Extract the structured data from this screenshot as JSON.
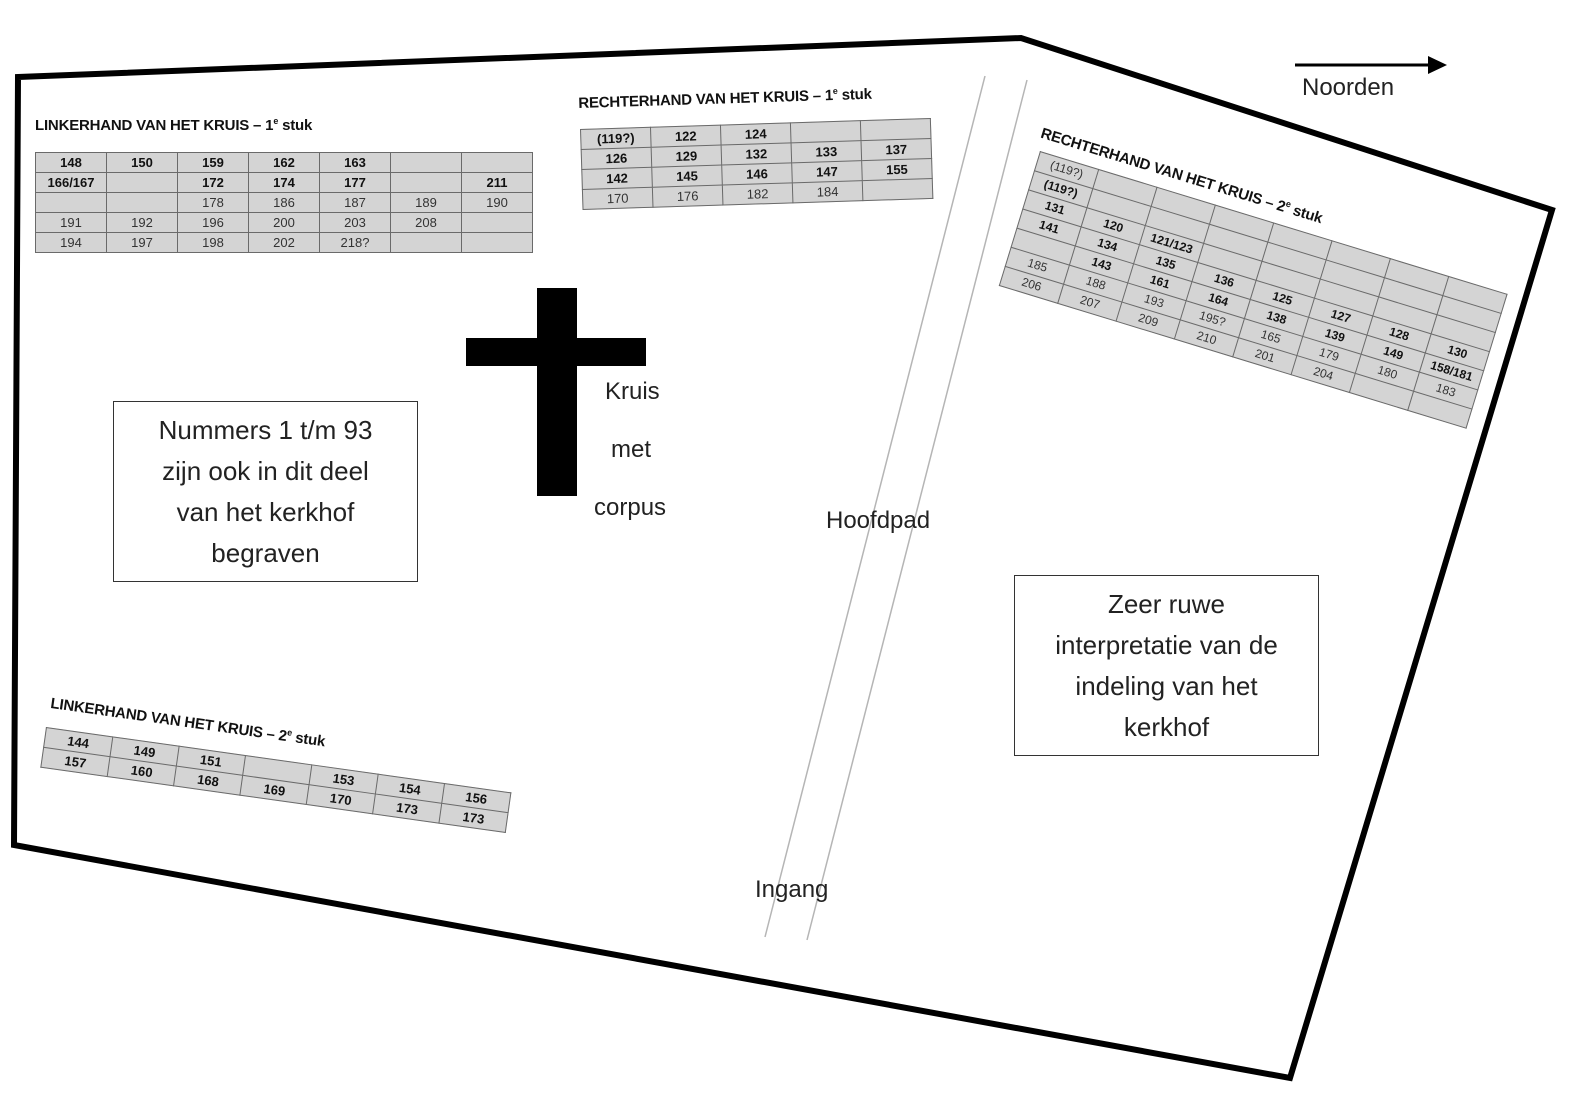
{
  "compass": {
    "label": "Noorden",
    "direction": "arrow-right"
  },
  "cross": {
    "name": "cross",
    "label_lines": [
      "Kruis",
      "met",
      "corpus"
    ]
  },
  "paths": {
    "main_path": "Hoofdpad",
    "entrance": "Ingang"
  },
  "notes": {
    "left": [
      "Nummers 1 t/m 93",
      "zijn ook in dit deel",
      "van het kerkhof",
      "begraven"
    ],
    "right": [
      "Zeer ruwe",
      "interpretatie van de",
      "indeling van het",
      "kerkhof"
    ]
  },
  "sections": {
    "left_1": {
      "title": "LINKERHAND VAN HET KRUIS – 1",
      "sup": "e",
      "suffix": " stuk",
      "rows": [
        [
          "148",
          "150",
          "159",
          "162",
          "163",
          "",
          ""
        ],
        [
          "166/167",
          "",
          "172",
          "174",
          "177",
          "",
          "211"
        ],
        [
          "",
          "",
          "178",
          "186",
          "187",
          "189",
          "190"
        ],
        [
          "191",
          "192",
          "196",
          "200",
          "203",
          "208",
          ""
        ],
        [
          "194",
          "197",
          "198",
          "202",
          "218?",
          "",
          ""
        ]
      ],
      "bold_rows": [
        0,
        1
      ]
    },
    "right_1": {
      "title": "RECHTERHAND VAN HET KRUIS – 1",
      "sup": "e",
      "suffix": " stuk",
      "rows": [
        [
          "(119?)",
          "122",
          "124",
          "",
          ""
        ],
        [
          "126",
          "129",
          "132",
          "133",
          "137"
        ],
        [
          "142",
          "145",
          "146",
          "147",
          "155"
        ],
        [
          "170",
          "176",
          "182",
          "184",
          ""
        ]
      ],
      "bold_rows": [
        0,
        1,
        2
      ]
    },
    "right_2": {
      "title": "RECHTERHAND VAN HET KRUIS – 2",
      "sup": "e",
      "suffix": " stuk",
      "rows": [
        [
          "(119?)",
          "",
          "",
          "",
          "",
          "",
          "",
          ""
        ],
        [
          "(119?)",
          "",
          "",
          "",
          "",
          "",
          "",
          ""
        ],
        [
          "131",
          "120",
          "121/123",
          "",
          "",
          "",
          "",
          ""
        ],
        [
          "141",
          "134",
          "135",
          "136",
          "125",
          "127",
          "128",
          "130"
        ],
        [
          "",
          "143",
          "161",
          "164",
          "138",
          "139",
          "149",
          "158/181"
        ],
        [
          "185",
          "188",
          "193",
          "195?",
          "165",
          "179",
          "180",
          "183"
        ],
        [
          "206",
          "207",
          "209",
          "210",
          "201",
          "204",
          "",
          ""
        ]
      ],
      "bold_rows": [
        1,
        2,
        3,
        4
      ]
    },
    "left_2": {
      "title": "LINKERHAND VAN HET KRUIS – 2",
      "sup": "e",
      "suffix": " stuk",
      "rows": [
        [
          "144",
          "149",
          "151",
          "",
          "153",
          "154",
          "156"
        ],
        [
          "157",
          "160",
          "168",
          "169",
          "170",
          "173",
          "173"
        ]
      ],
      "bold_rows": [
        0,
        1
      ]
    }
  }
}
